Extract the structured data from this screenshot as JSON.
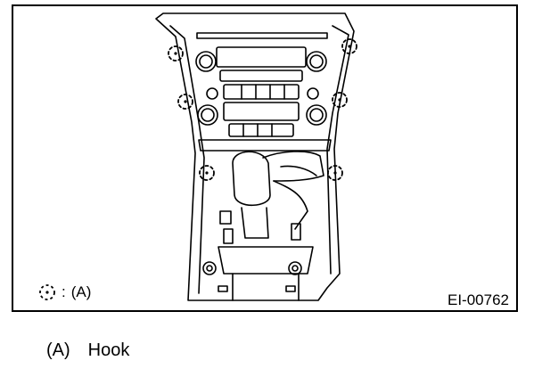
{
  "figure": {
    "legend": {
      "separator": ":",
      "label": "(A)"
    },
    "code": "EI-00762"
  },
  "caption": {
    "key": "(A)",
    "text": "Hook"
  },
  "colors": {
    "line": "#000000",
    "background": "#ffffff"
  },
  "icons": {
    "hook_marker": "dashed-circle-with-dot"
  }
}
